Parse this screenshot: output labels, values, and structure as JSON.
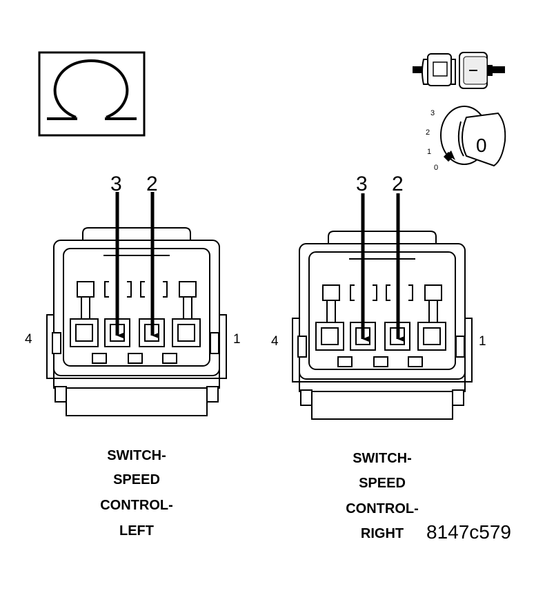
{
  "ohmmeter_icon": {
    "icon": "omega-icon"
  },
  "ignition_icon": {
    "connector_icon": "disconnected-connector-icon",
    "key_icon": "ignition-key-icon",
    "positions": [
      "3",
      "2",
      "1",
      "0"
    ],
    "key_position": "0"
  },
  "connectors": [
    {
      "pin_top_left": "3",
      "pin_top_right": "2",
      "side_left": "4",
      "side_right": "1",
      "caption": [
        "SWITCH-",
        "SPEED",
        "CONTROL-",
        "LEFT"
      ]
    },
    {
      "pin_top_left": "3",
      "pin_top_right": "2",
      "side_left": "4",
      "side_right": "1",
      "caption": [
        "SWITCH-",
        "SPEED",
        "CONTROL-",
        "RIGHT"
      ]
    }
  ],
  "figure_id": "8147c579"
}
